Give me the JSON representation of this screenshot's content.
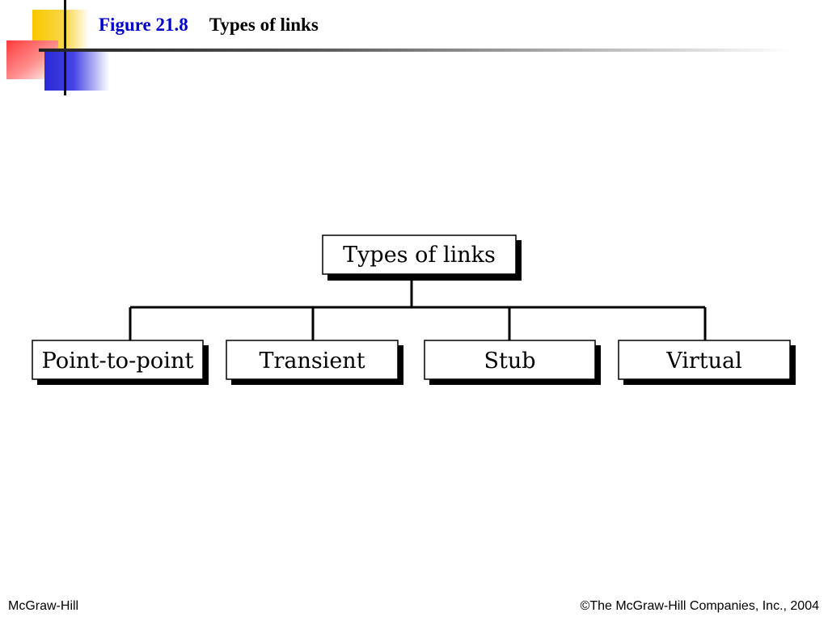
{
  "header": {
    "figure_number": "Figure 21.8",
    "figure_caption": "Types of links"
  },
  "diagram": {
    "root": "Types of links",
    "children": [
      "Point-to-point",
      "Transient",
      "Stub",
      "Virtual"
    ]
  },
  "footer": {
    "publisher": "McGraw-Hill",
    "copyright": "©The McGraw-Hill Companies, Inc., 2004"
  }
}
